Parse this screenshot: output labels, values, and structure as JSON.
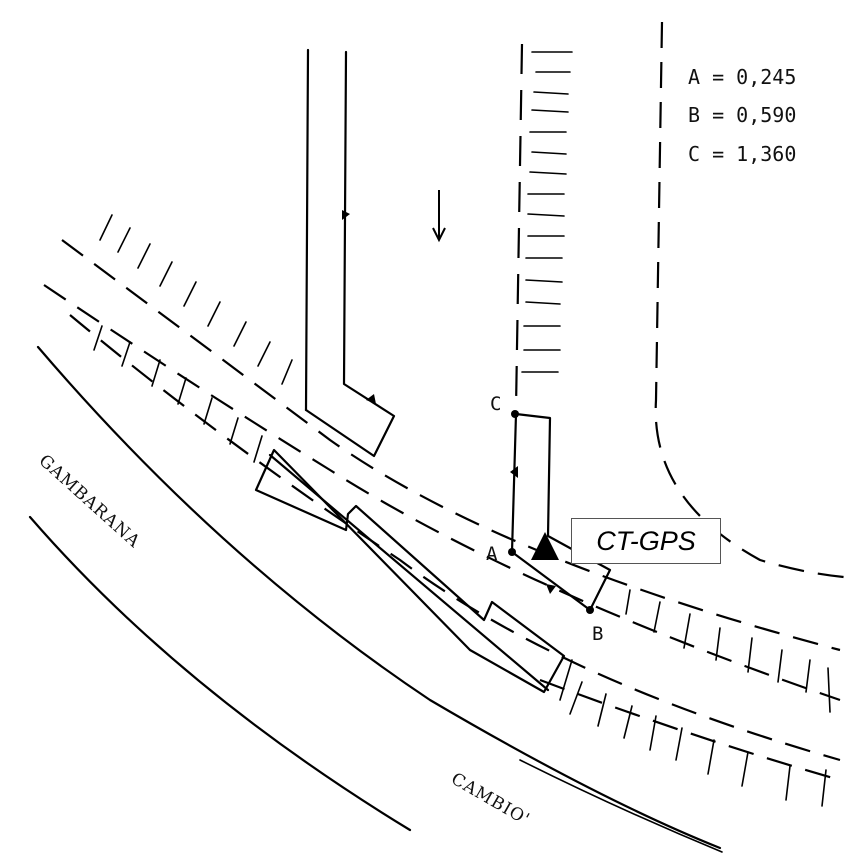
{
  "legend": {
    "a": "A = 0,245",
    "b": "B = 0,590",
    "c": "C = 1,360"
  },
  "points": {
    "a": "A",
    "b": "B",
    "c": "C"
  },
  "station": {
    "label": "CT-GPS",
    "icon": "filled-triangle-icon"
  },
  "streets": {
    "gambarana": "GAMBARANA",
    "cambio": "CAMBIO'"
  },
  "direction_icon": "down-arrow-icon"
}
